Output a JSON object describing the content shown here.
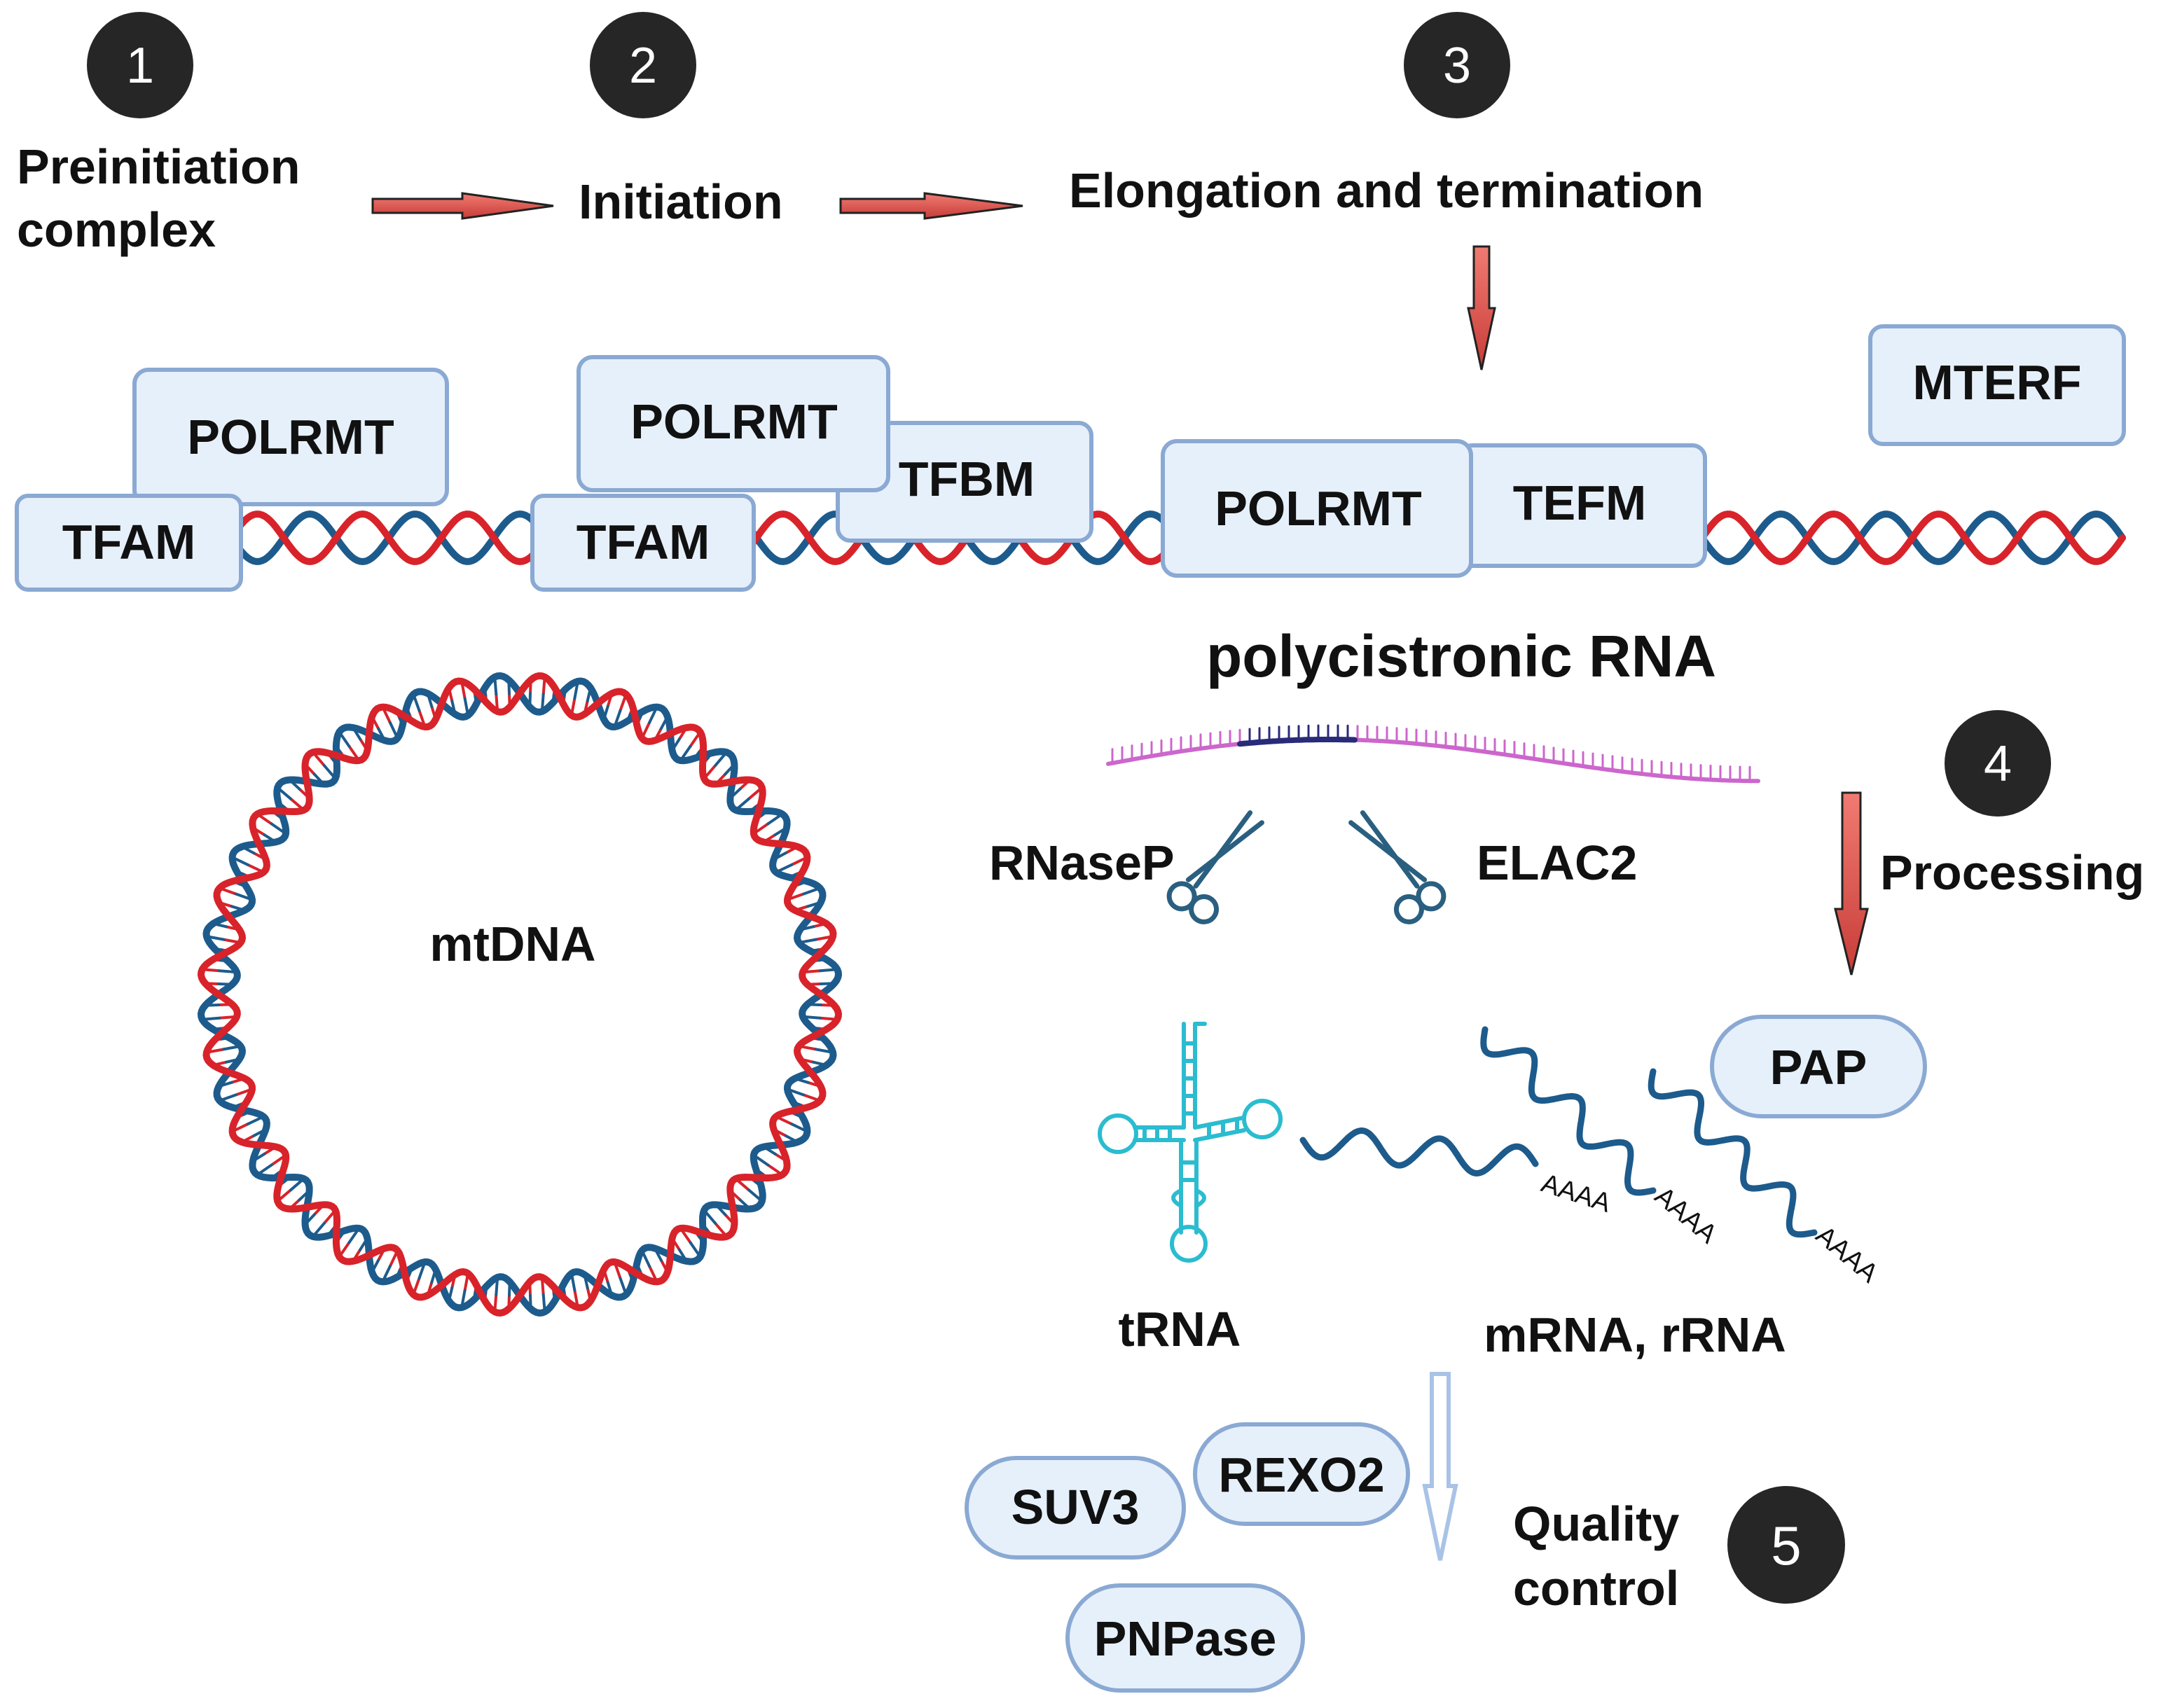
{
  "steps": [
    {
      "number": "1",
      "label_line1": "Preinitiation",
      "label_line2": "complex"
    },
    {
      "number": "2",
      "label": "Initiation"
    },
    {
      "number": "3",
      "label": "Elongation and termination"
    },
    {
      "number": "4",
      "label": "Processing"
    },
    {
      "number": "5",
      "label_line1": "Quality",
      "label_line2": "control"
    }
  ],
  "proteins": {
    "polrmt_1": "POLRMT",
    "tfam_1": "TFAM",
    "polrmt_2": "POLRMT",
    "tfam_2": "TFAM",
    "tfbm": "TFBM",
    "polrmt_3": "POLRMT",
    "tefm": "TEFM",
    "mterf": "MTERF",
    "pap": "PAP",
    "suv3": "SUV3",
    "rexo2": "REXO2",
    "pnpase": "PNPase"
  },
  "labels": {
    "mtdna": "mtDNA",
    "polycistronic": "polycistronic RNA",
    "rnasep": "RNaseP",
    "elac2": "ELAC2",
    "trna": "tRNA",
    "mrna_rrna": "mRNA, rRNA",
    "polya_1": "AAAA",
    "polya_2": "AAAA",
    "polya_3": "AAAA"
  },
  "colors": {
    "dna_red": "#d8232a",
    "dna_blue": "#1d5b8c",
    "box_fill": "#e6f0fb",
    "box_stroke": "#8aa9d3",
    "arrow_red": "#d95552",
    "circle_dark": "#262626",
    "rna_pink": "#cc66cc",
    "rna_blue": "#1d5b8c",
    "trna_cyan": "#2bbcd0",
    "qc_arrow": "#a9c3e6"
  }
}
